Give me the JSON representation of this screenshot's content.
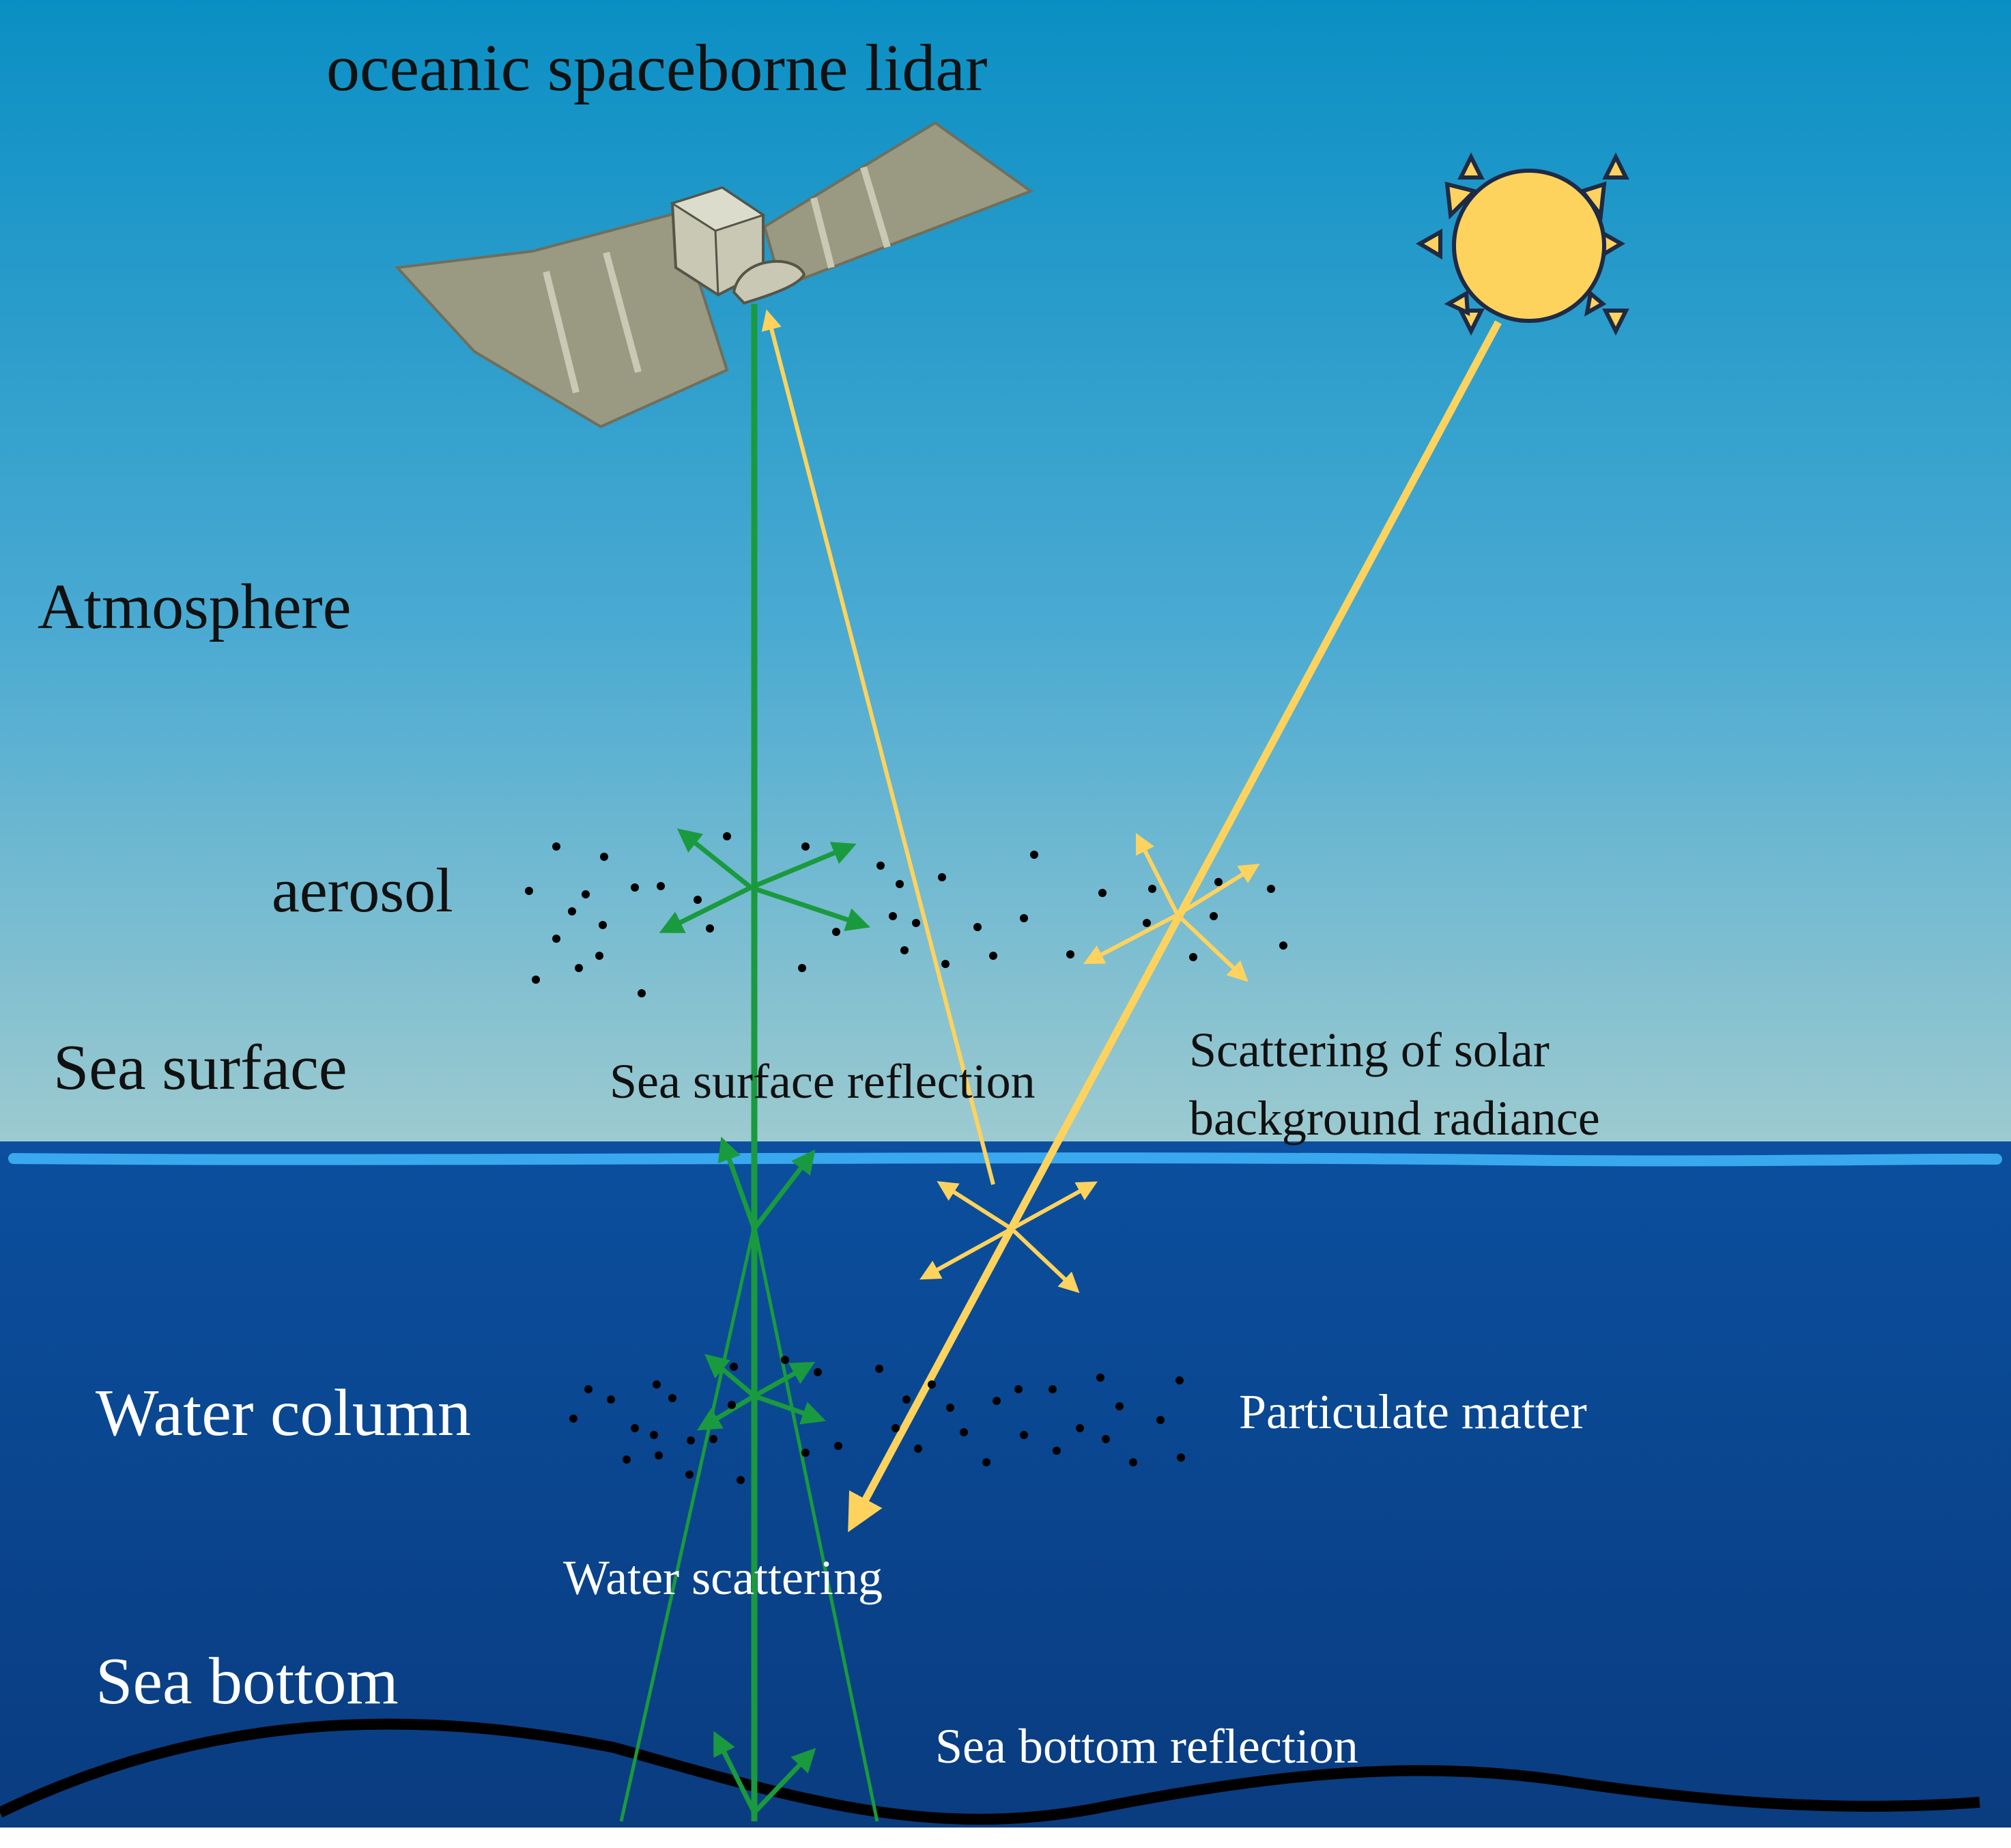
{
  "title": "oceanic spaceborne lidar",
  "labels": {
    "atmosphere": "Atmosphere",
    "aerosol": "aerosol",
    "sea_surface": "Sea surface",
    "sea_surface_reflection": "Sea surface reflection",
    "solar_scattering_line1": "Scattering of solar",
    "solar_scattering_line2": "background radiance",
    "water_column": "Water column",
    "particulate_matter": "Particulate matter",
    "water_scattering": "Water scattering",
    "sea_bottom": "Sea bottom",
    "sea_bottom_reflection": "Sea bottom reflection"
  },
  "colors": {
    "sky_top": "#0a8fc4",
    "sky_mid": "#4aaad2",
    "sky_bottom": "#9ccad0",
    "sea_top": "#0b4f9e",
    "sea_bottom": "#0a3c80",
    "surface_line": "#3aa8ee",
    "laser_green": "#1a9a3e",
    "solar_yellow": "#fdd35e",
    "sun_fill": "#fdd35e",
    "sun_outline": "#1f2a44",
    "panel": "#9a9a82",
    "satellite_body": "#c8c8b4",
    "seabed_line": "#000000"
  },
  "icons": {
    "satellite": "satellite-icon",
    "sun": "sun-icon"
  }
}
